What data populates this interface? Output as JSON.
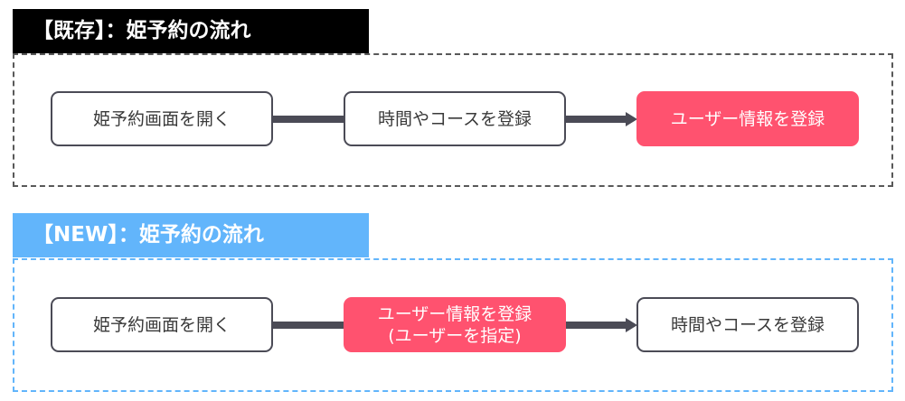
{
  "existing": {
    "title": "【既存】：姫予約の流れ",
    "steps": [
      {
        "label": "姫予約画面を開く"
      },
      {
        "label": "時間やコースを登録"
      },
      {
        "label": "ユーザー情報を登録"
      }
    ]
  },
  "new": {
    "title": "【NEW】：姫予約の流れ",
    "steps": [
      {
        "label": "姫予約画面を開く"
      },
      {
        "label": "ユーザー情報を登録",
        "sublabel": "(ユーザーを指定)"
      },
      {
        "label": "時間やコースを登録"
      }
    ]
  },
  "colors": {
    "existing_header": "#000000",
    "new_header": "#62b5fb",
    "highlight": "#ff526f",
    "border": "#4b4b56"
  }
}
